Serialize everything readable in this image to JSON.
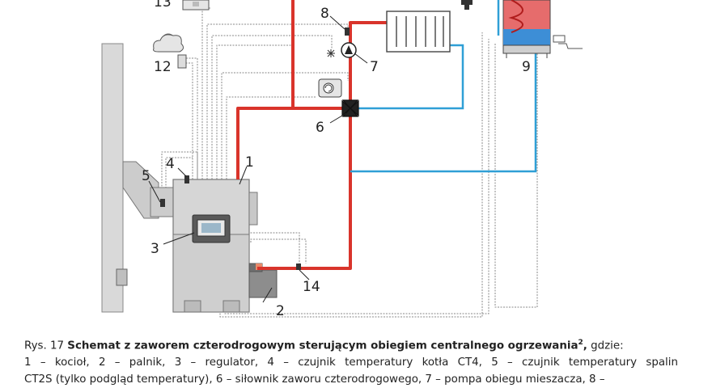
{
  "labels": {
    "l1": "1",
    "l2": "2",
    "l3": "3",
    "l4": "4",
    "l5": "5",
    "l6": "6",
    "l7": "7",
    "l8": "8",
    "l9": "9",
    "l12": "12",
    "l13": "13",
    "l14": "14"
  },
  "caption": {
    "prefix": "Rys. 17",
    "title": "Schemat z zaworem czterodrogowym sterującym obiegiem centralnego ogrzewania",
    "footnote": "2",
    "title_suffix": ",",
    "gdzie": "gdzie:",
    "line2_words": [
      "1",
      "–",
      "kocioł,",
      "2",
      "–",
      "palnik,",
      "3",
      "–",
      "regulator,",
      "4",
      "–",
      "czujnik",
      "temperatury",
      "kotła",
      "CT4,",
      "5",
      "–",
      "czujnik",
      "temperatury",
      "spalin"
    ],
    "line3": "CT2S (tylko podgląd temperatury), 6 – siłownik zaworu czterodrogowego, 7 – pompa obiegu mieszacza, 8 –"
  },
  "colors": {
    "hot_pipe": "#d9342b",
    "cold_pipe": "#2f9fd6",
    "boiler": "#d4d4d4",
    "wire": "#888888"
  },
  "icons": [
    "four-way-valve-icon",
    "pump-icon",
    "valve-actuator-icon",
    "weather-sensor-icon",
    "faucet-icon"
  ]
}
